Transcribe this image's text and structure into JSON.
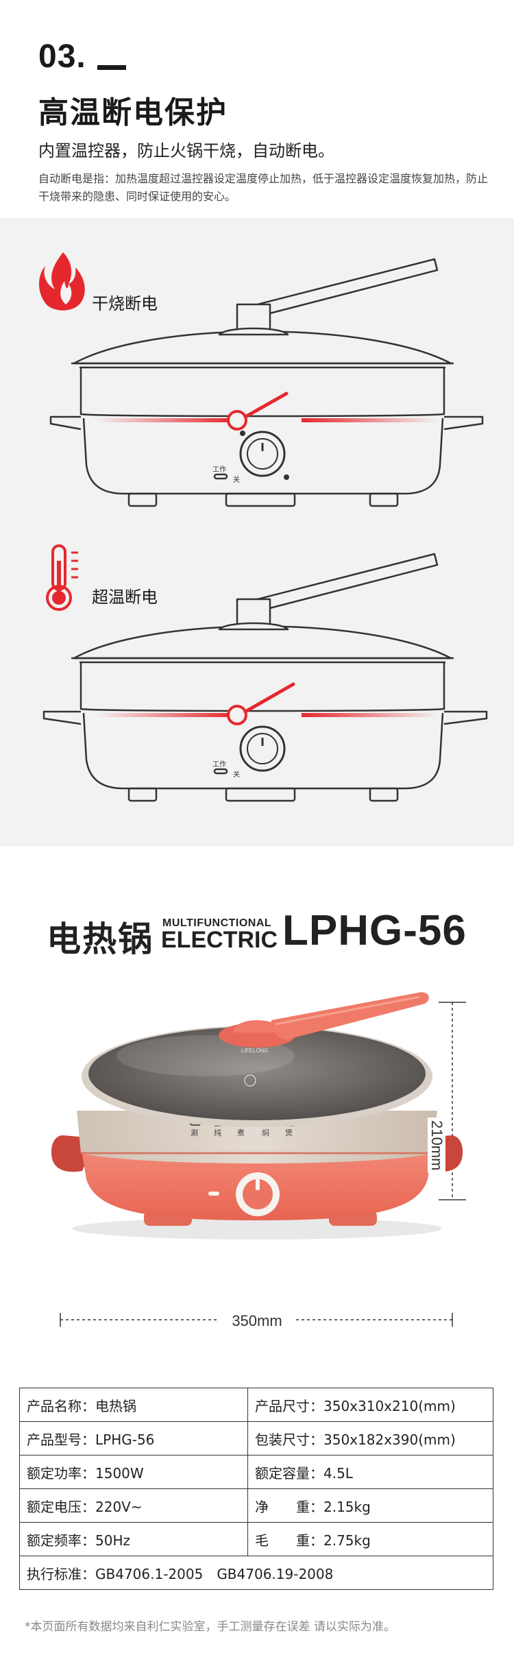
{
  "header": {
    "number": "03.",
    "title": "高温断电保护",
    "subtitle": "内置温控器，防止火锅干烧，自动断电。",
    "description": "自动断电是指：加热温度超过温控器设定温度停止加热，低于温控器设定温度恢复加热，防止干烧带来的隐患、同时保证使用的安心。"
  },
  "illustrations": {
    "dry_burn_label": "干烧断电",
    "overheat_label": "超温断电",
    "switch_label_on": "工作",
    "switch_label_off": "关"
  },
  "product": {
    "name_cn": "电热锅",
    "tag_line1": "MULTIFUNCTIONAL",
    "tag_line2": "ELECTRIC",
    "model": "LPHG-56",
    "width_dim": "350mm",
    "height_dim": "210mm",
    "lid_brand": "LIFELONG",
    "modes": [
      "涮",
      "炖",
      "煮",
      "焖",
      "煲"
    ]
  },
  "specs": {
    "rows": [
      [
        "产品名称：电热锅",
        "产品尺寸：350x310x210(mm)"
      ],
      [
        "产品型号：LPHG-56",
        "包装尺寸：350x182x390(mm)"
      ],
      [
        "额定功率：1500W",
        "额定容量：4.5L"
      ],
      [
        "额定电压：220V~",
        "净　　重：2.15kg"
      ],
      [
        "额定频率：50Hz",
        "毛　　重：2.75kg"
      ]
    ],
    "standard": "执行标准：GB4706.1-2005　GB4706.19-2008"
  },
  "footnote": "*本页面所有数据均来自利仁实验室，手工测量存在误差 请以实际为准。",
  "colors": {
    "accent_red": "#e5282e",
    "pot_coral": "#f07a68",
    "band_grey": "#f2f2f2",
    "stone_liner": "#d8cdc2"
  }
}
